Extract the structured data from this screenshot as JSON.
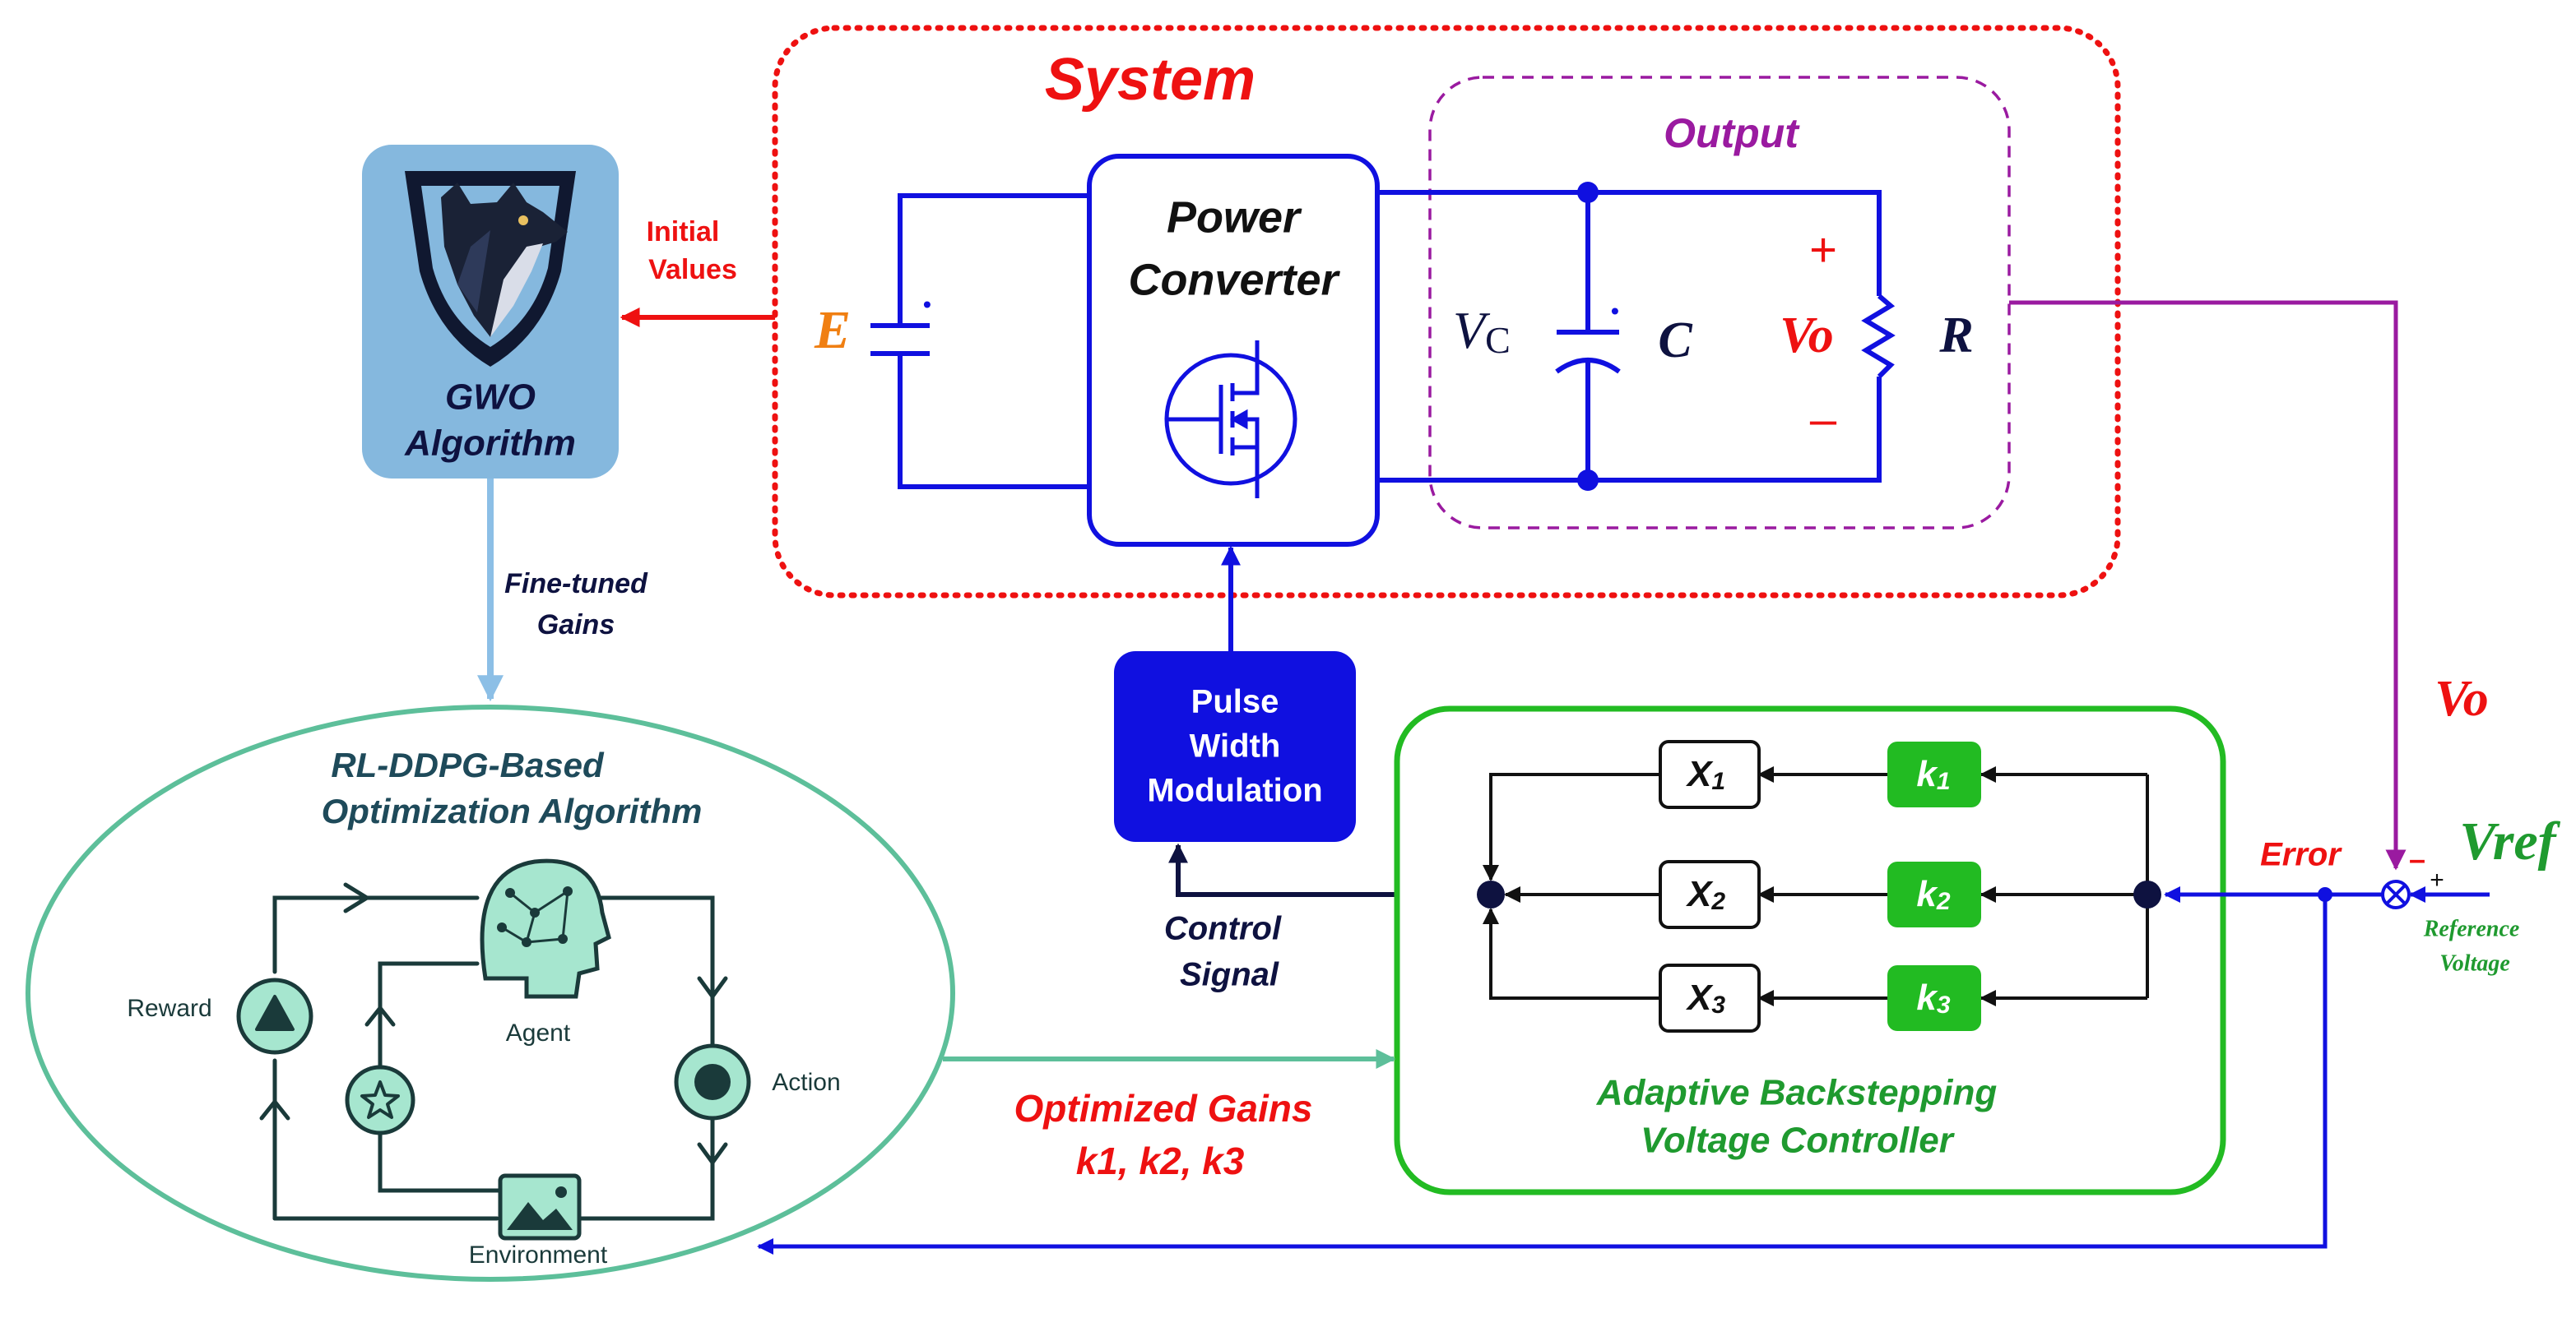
{
  "system": {
    "title": "System",
    "output_title": "Output",
    "source_label": "E",
    "converter_line1": "Power",
    "converter_line2": "Converter",
    "vc_main": "V",
    "vc_sub": "C",
    "cap_label": "C",
    "vo_label": "Vo",
    "res_label": "R",
    "plus": "+",
    "minus": "–"
  },
  "gwo": {
    "line1": "GWO",
    "line2": "Algorithm",
    "initial_values_line1": "Initial",
    "initial_values_line2": "Values",
    "fine_tuned_line1": "Fine-tuned",
    "fine_tuned_line2": "Gains"
  },
  "rl": {
    "title_line1": "RL-DDPG-Based",
    "title_line2": "Optimization Algorithm",
    "agent": "Agent",
    "reward": "Reward",
    "action": "Action",
    "environment": "Environment"
  },
  "pwm": {
    "line1": "Pulse",
    "line2": "Width",
    "line3": "Modulation",
    "control_line1": "Control",
    "control_line2": "Signal"
  },
  "controller": {
    "title_line1": "Adaptive Backstepping",
    "title_line2": "Voltage Controller",
    "x_main": "X",
    "k_main": "k",
    "subs": [
      "1",
      "2",
      "3"
    ]
  },
  "signals": {
    "optimized_gains_line1": "Optimized Gains",
    "optimized_gains_line2": "k1, k2, k3",
    "error": "Error",
    "vo_feedback": "Vo",
    "vref": "Vref",
    "reference_line1": "Reference",
    "reference_line2": "Voltage",
    "sum_minus": "–",
    "sum_plus": "+"
  },
  "colors": {
    "circuit_blue": "#1010e0",
    "system_red": "#ee1111",
    "output_purple": "#9a1aa0",
    "controller_green": "#22bb22",
    "rl_teal": "#5dbf9a",
    "gwo_box": "#85b8de",
    "gwo_arrow": "#8cbfe6",
    "navy": "#0e1240",
    "orange": "#f07f12",
    "reference_green": "#1f9a2f"
  }
}
